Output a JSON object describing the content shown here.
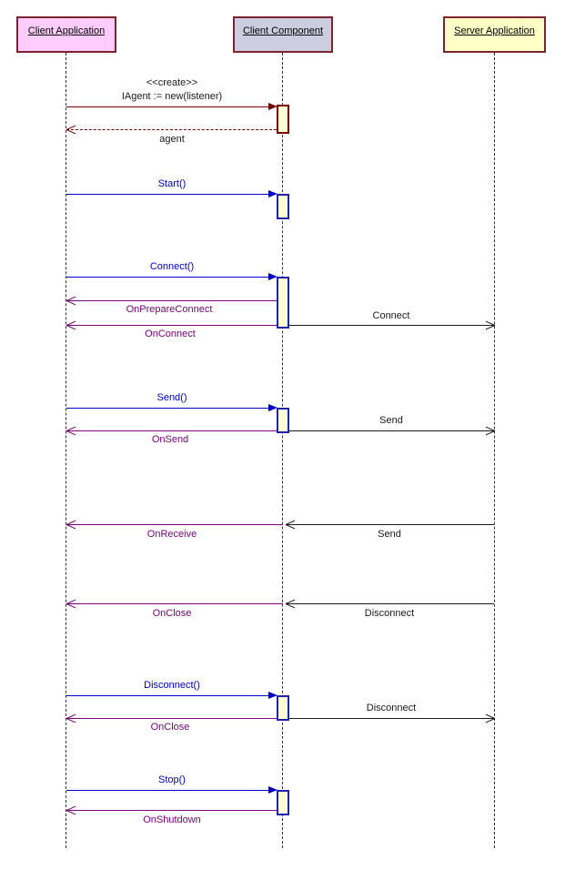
{
  "diagram": {
    "type": "uml-sequence-diagram",
    "actors": {
      "client_app": {
        "label": "Client Application",
        "fill": "#FFCCFF",
        "border": "#7B2430"
      },
      "client_component": {
        "label": "Client Component",
        "fill": "#CDCDE1",
        "border": "#7B2430"
      },
      "server_app": {
        "label": "Server Application",
        "fill": "#FFFFC6",
        "border": "#7B2430"
      }
    },
    "colors": {
      "call_arrow": "#0000CD",
      "callback_arrow": "#800080",
      "create_arrow": "#7B0101",
      "plain_arrow": "#1a1a1a",
      "activation_fill": "#FFFFD6",
      "activation_border_call": "#2121AE",
      "activation_border_create": "#7B0101"
    },
    "messages": {
      "create": {
        "stereotype": "<<create>>",
        "call": "IAgent := new(listener)",
        "return_label": "agent"
      },
      "start": {
        "call": "Start()"
      },
      "connect": {
        "call": "Connect()",
        "on_prepare": "OnPrepareConnect",
        "on_connect": "OnConnect",
        "forward": "Connect"
      },
      "send": {
        "call": "Send()",
        "forward": "Send",
        "on_send": "OnSend"
      },
      "receive": {
        "incoming": "Send",
        "on_receive": "OnReceive"
      },
      "remote_close": {
        "incoming": "Disconnect",
        "on_close": "OnClose"
      },
      "disconnect": {
        "call": "Disconnect()",
        "forward": "Disconnect",
        "on_close": "OnClose"
      },
      "stop": {
        "call": "Stop()",
        "on_shutdown": "OnShutdown"
      }
    }
  }
}
